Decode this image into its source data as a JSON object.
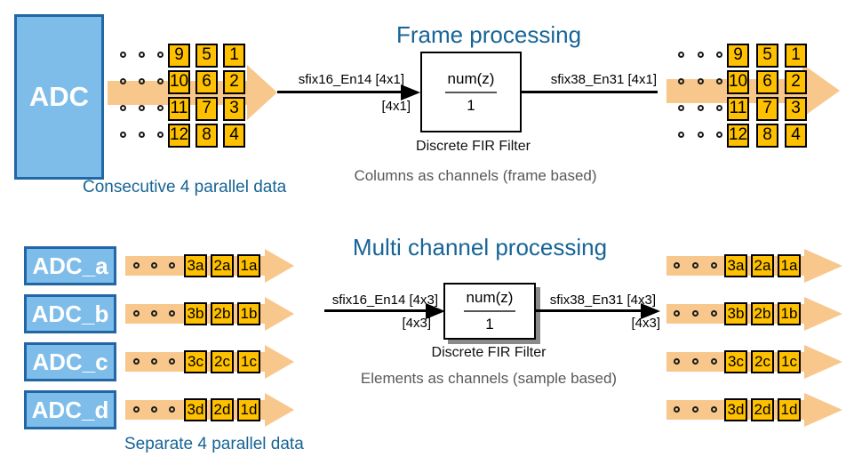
{
  "colors": {
    "title_blue": "#176496",
    "adc_fill": "#7EBDE9",
    "adc_border": "#2166A5",
    "arrow_orange": "#F8C78C",
    "box_yellow": "#FFC000",
    "caption_gray": "#595959"
  },
  "frame_section": {
    "title": "Frame processing",
    "adc_label": "ADC",
    "matrix_rows": [
      [
        "9",
        "5",
        "1"
      ],
      [
        "10",
        "6",
        "2"
      ],
      [
        "11",
        "7",
        "3"
      ],
      [
        "12",
        "8",
        "4"
      ]
    ],
    "input_signal": "sfix16_En14 [4x1]",
    "input_dims": "[4x1]",
    "filter": {
      "numerator": "num(z)",
      "denominator": "1",
      "name": "Discrete FIR Filter"
    },
    "output_signal": "sfix38_En31 [4x1]",
    "caption_data": "Consecutive 4 parallel data",
    "caption_mode": "Columns as channels (frame based)"
  },
  "multi_section": {
    "title": "Multi channel processing",
    "adc_labels": [
      "ADC_a",
      "ADC_b",
      "ADC_c",
      "ADC_d"
    ],
    "stream_rows": [
      [
        "3a",
        "2a",
        "1a"
      ],
      [
        "3b",
        "2b",
        "1b"
      ],
      [
        "3c",
        "2c",
        "1c"
      ],
      [
        "3d",
        "2d",
        "1d"
      ]
    ],
    "input_signal": "sfix16_En14 [4x3]",
    "input_dims": "[4x3]",
    "filter": {
      "numerator": "num(z)",
      "denominator": "1",
      "name": "Discrete FIR Filter"
    },
    "output_signal": "sfix38_En31 [4x3]",
    "output_dims": "[4x3]",
    "caption_data": "Separate 4 parallel data",
    "caption_mode": "Elements as channels (sample based)"
  }
}
